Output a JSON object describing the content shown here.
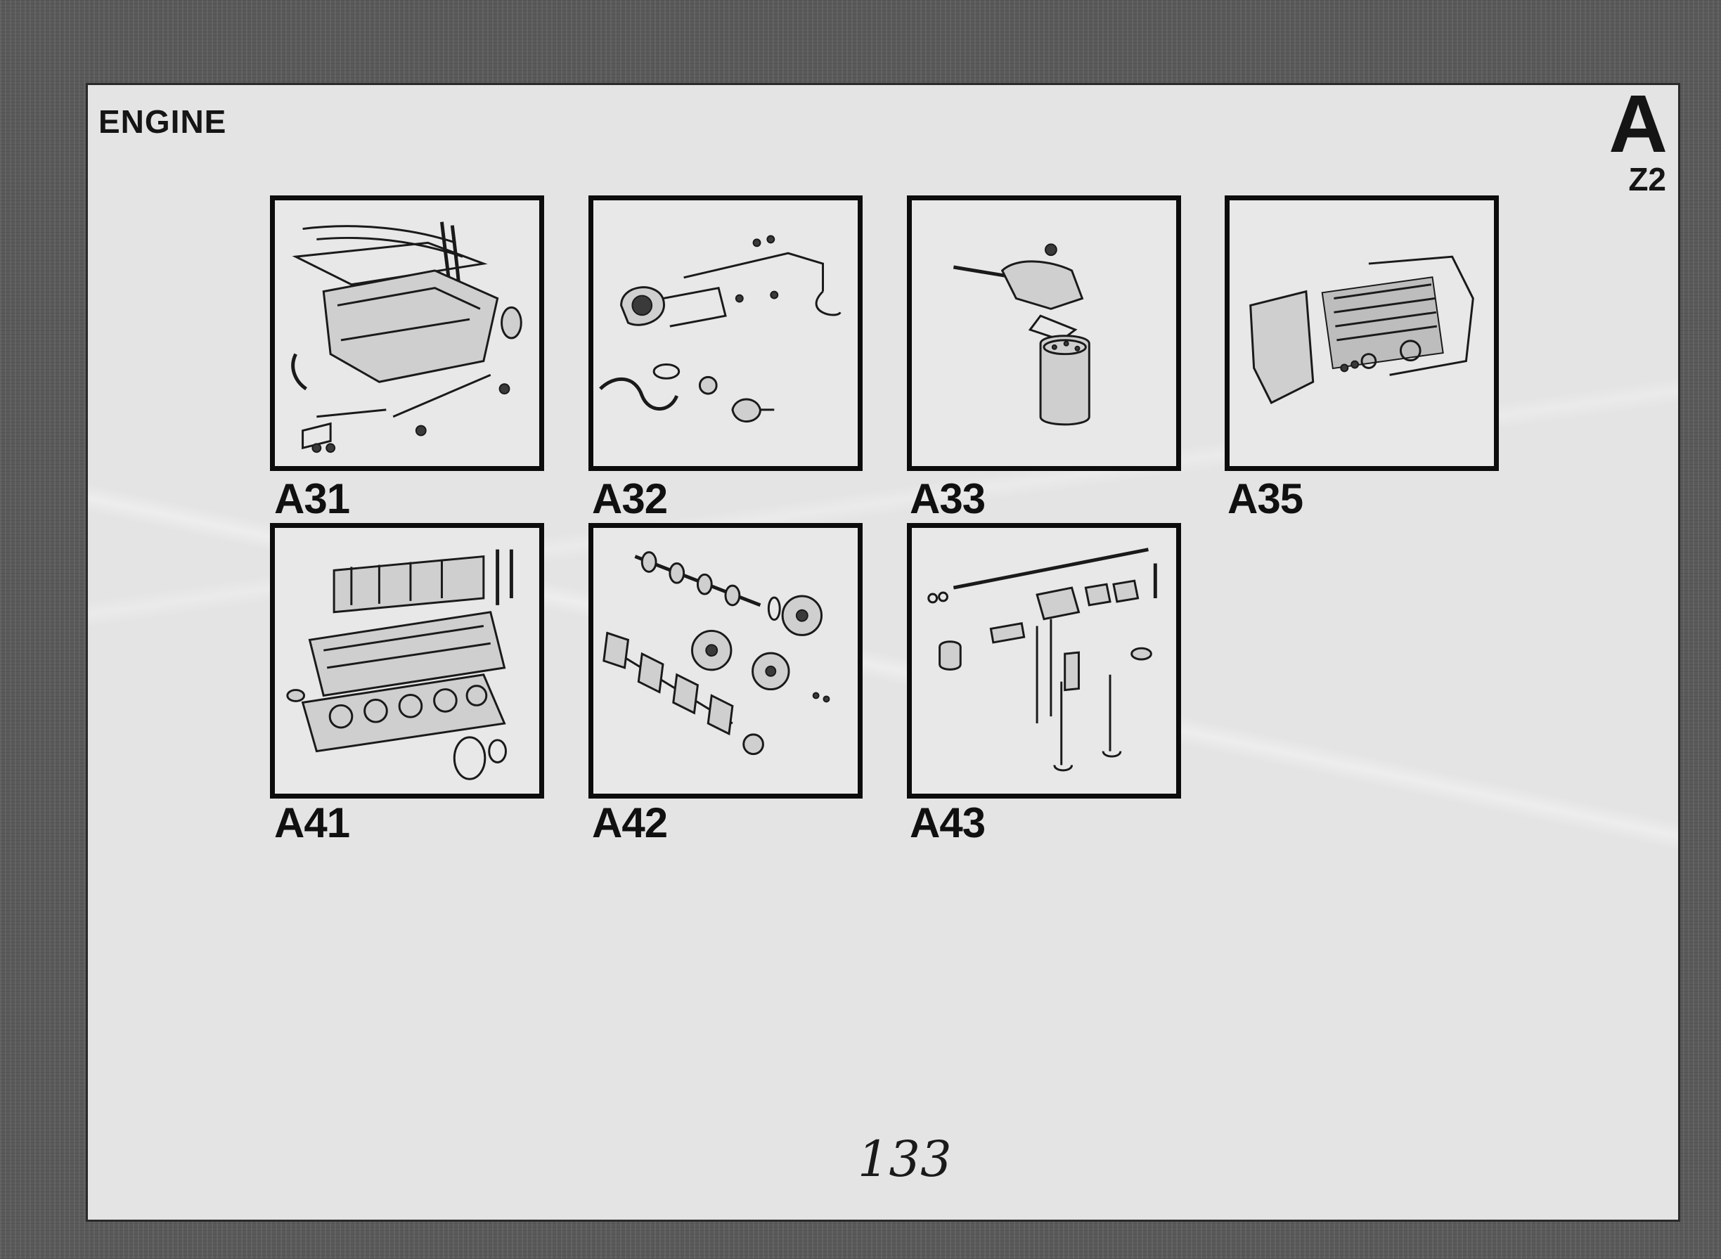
{
  "header": {
    "title": "ENGINE",
    "section_letter": "A",
    "section_code": "Z2"
  },
  "groups": [
    {
      "label": "A31",
      "icon": "oil-sump-gasket-icon"
    },
    {
      "label": "A32",
      "icon": "oil-pump-icon"
    },
    {
      "label": "A33",
      "icon": "oil-filter-icon"
    },
    {
      "label": "A35",
      "icon": "oil-cooler-icon"
    },
    {
      "label": "A41",
      "icon": "cylinder-head-icon"
    },
    {
      "label": "A42",
      "icon": "camshaft-crankshaft-icon"
    },
    {
      "label": "A43",
      "icon": "valve-gear-icon"
    }
  ],
  "footer": {
    "page_number": "133"
  }
}
